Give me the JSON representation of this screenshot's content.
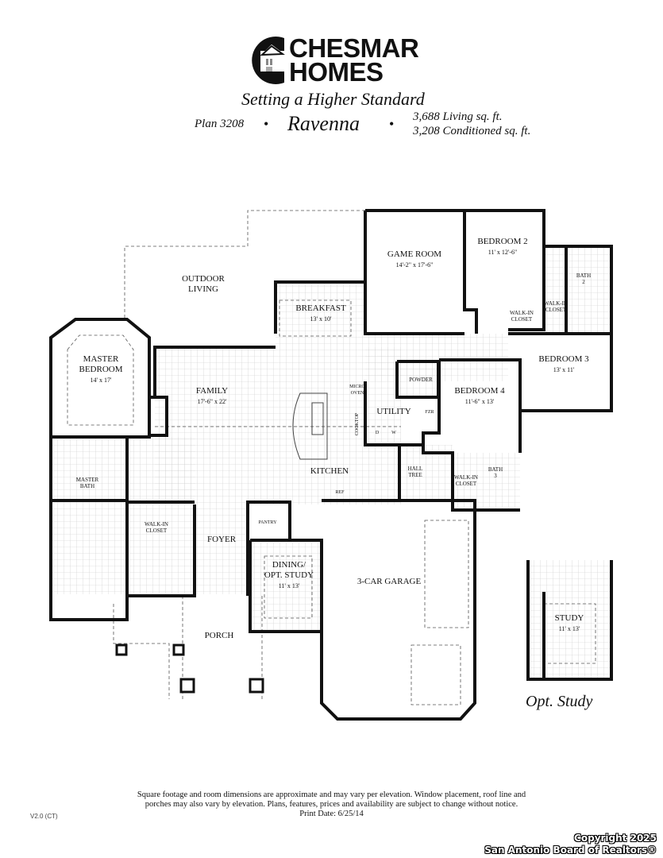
{
  "header": {
    "brand_line1": "CHESMAR",
    "brand_line2": "HOMES",
    "tagline": "Setting a Higher Standard",
    "plan_number": "Plan 3208",
    "separator": "•",
    "model_name": "Ravenna",
    "living_sqft": "3,688 Living sq. ft.",
    "conditioned_sqft": "3,208 Conditioned sq. ft."
  },
  "rooms": {
    "outdoor_living": {
      "name1": "OUTDOOR",
      "name2": "LIVING"
    },
    "game_room": {
      "name": "GAME ROOM",
      "dim": "14'-2\" x 17'-6\""
    },
    "bedroom2": {
      "name": "BEDROOM 2",
      "dim": "11' x 12'-6\""
    },
    "bath2": {
      "name1": "BATH",
      "name2": "2"
    },
    "walkin2a": {
      "name1": "WALK-IN",
      "name2": "CLOSET"
    },
    "walkin2b": {
      "name1": "WALK-IN",
      "name2": "CLOSET"
    },
    "breakfast": {
      "name": "BREAKFAST",
      "dim": "13' x 10'"
    },
    "master_bedroom": {
      "name1": "MASTER",
      "name2": "BEDROOM",
      "dim": "14' x 17'"
    },
    "family": {
      "name": "FAMILY",
      "dim": "17'-6\" x 22'"
    },
    "bedroom3": {
      "name": "BEDROOM 3",
      "dim": "13' x 11'"
    },
    "powder": {
      "name": "POWDER"
    },
    "bedroom4": {
      "name": "BEDROOM 4",
      "dim": "11'-6\" x 13'"
    },
    "utility": {
      "name": "UTILITY"
    },
    "micro_oven": {
      "name1": "MICRO",
      "name2": "OVEN"
    },
    "cooktop": {
      "name": "COOKTOP"
    },
    "frz": {
      "name": "FZR"
    },
    "dryer": {
      "name": "D"
    },
    "washer": {
      "name": "W"
    },
    "kitchen": {
      "name": "KITCHEN"
    },
    "hall_tree": {
      "name1": "HALL",
      "name2": "TREE"
    },
    "walkin3": {
      "name1": "WALK-IN",
      "name2": "CLOSET"
    },
    "bath3": {
      "name1": "BATH",
      "name2": "3"
    },
    "ref": {
      "name": "REF"
    },
    "master_bath": {
      "name1": "MASTER",
      "name2": "BATH"
    },
    "walkin_master": {
      "name1": "WALK-IN",
      "name2": "CLOSET"
    },
    "foyer": {
      "name": "FOYER"
    },
    "pantry": {
      "name": "PANTRY"
    },
    "dining": {
      "name1": "DINING/",
      "name2": "OPT. STUDY",
      "dim": "11' x 13'"
    },
    "garage": {
      "name": "3-CAR GARAGE"
    },
    "porch": {
      "name": "PORCH"
    },
    "study": {
      "name": "STUDY",
      "dim": "11' x 13'"
    }
  },
  "opt_study_caption": "Opt. Study",
  "footer": {
    "disclaimer_line1": "Square footage and room dimensions are approximate and may vary per elevation. Window placement, roof line and",
    "disclaimer_line2": "porches may also vary by elevation. Plans, features, prices and availability are subject to change without notice.",
    "print_date": "Print Date: 6/25/14",
    "version": "V2.0 (CT)",
    "copyright_line1": "Copyright 2025",
    "copyright_line2": "San Antonio Board of Realtors®"
  }
}
